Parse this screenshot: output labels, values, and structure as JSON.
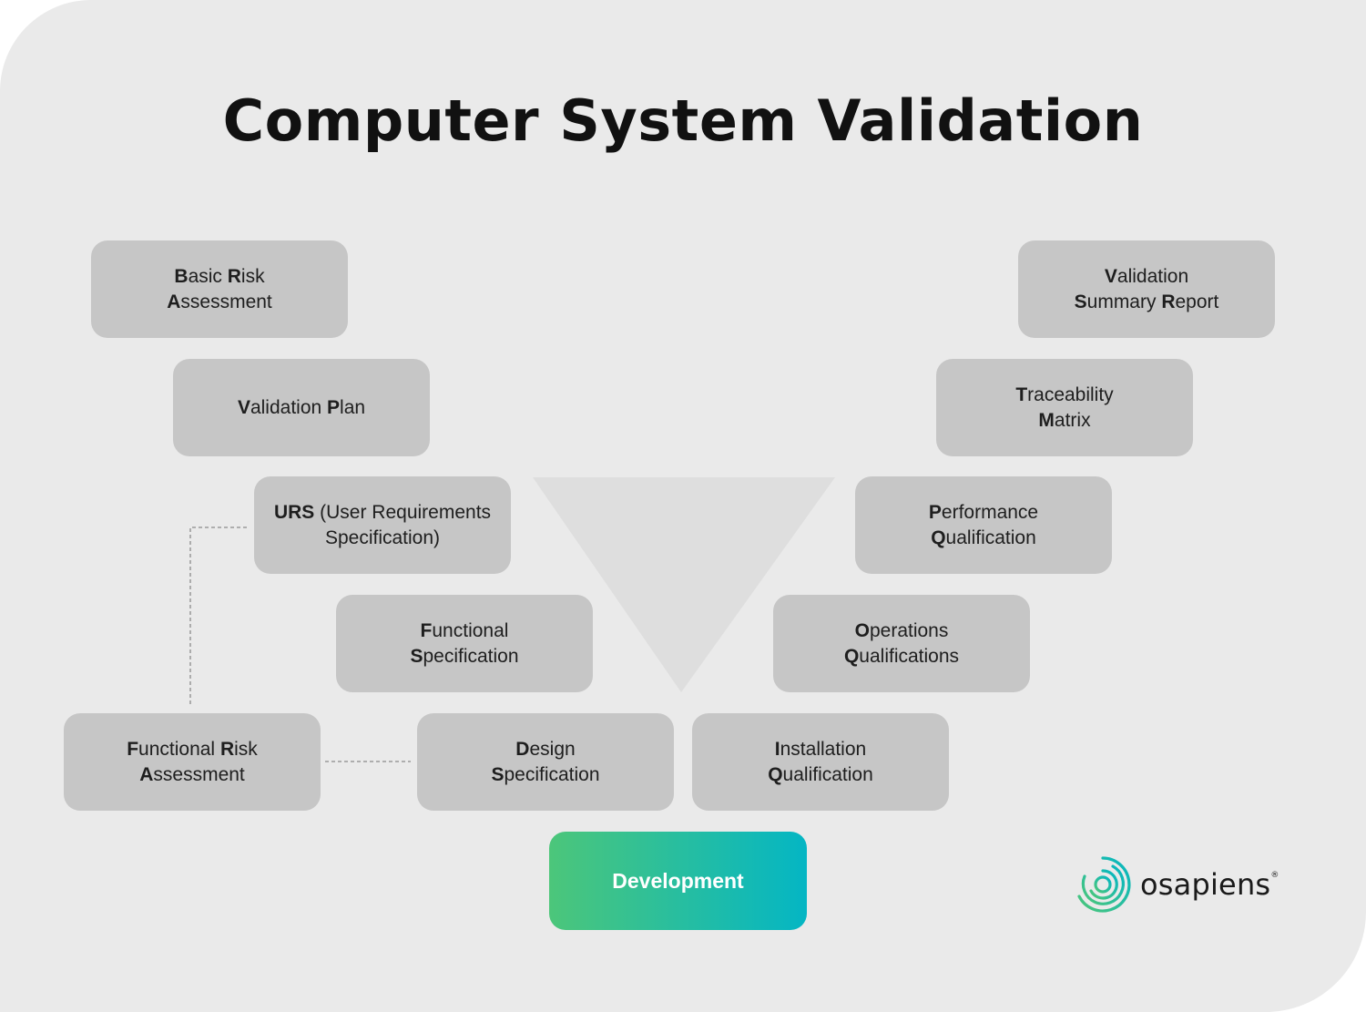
{
  "title": "Computer System Validation",
  "accent": {
    "gradient_start": "#4cc67a",
    "gradient_end": "#04b6c4"
  },
  "diagram": {
    "left_arm": [
      {
        "id": "basic-risk-assessment",
        "lines": [
          [
            {
              "b": "B"
            },
            {
              "t": "asic "
            },
            {
              "b": "R"
            },
            {
              "t": "isk"
            }
          ],
          [
            {
              "b": "A"
            },
            {
              "t": "ssessment"
            }
          ]
        ]
      },
      {
        "id": "validation-plan",
        "lines": [
          [
            {
              "b": "V"
            },
            {
              "t": "alidation "
            },
            {
              "b": "P"
            },
            {
              "t": "lan"
            }
          ]
        ]
      },
      {
        "id": "urs",
        "lines": [
          [
            {
              "b": "URS"
            },
            {
              "t": " (User Requirements"
            }
          ],
          [
            {
              "t": "Specification)"
            }
          ]
        ]
      },
      {
        "id": "functional-specification",
        "lines": [
          [
            {
              "b": "F"
            },
            {
              "t": "unctional"
            }
          ],
          [
            {
              "b": "S"
            },
            {
              "t": "pecification"
            }
          ]
        ]
      },
      {
        "id": "design-specification",
        "lines": [
          [
            {
              "b": "D"
            },
            {
              "t": "esign"
            }
          ],
          [
            {
              "b": "S"
            },
            {
              "t": "pecification"
            }
          ]
        ]
      }
    ],
    "right_arm": [
      {
        "id": "validation-summary-report",
        "lines": [
          [
            {
              "b": "V"
            },
            {
              "t": "alidation"
            }
          ],
          [
            {
              "b": "S"
            },
            {
              "t": "ummary "
            },
            {
              "b": "R"
            },
            {
              "t": "eport"
            }
          ]
        ]
      },
      {
        "id": "traceability-matrix",
        "lines": [
          [
            {
              "b": "T"
            },
            {
              "t": "raceability"
            }
          ],
          [
            {
              "b": "M"
            },
            {
              "t": "atrix"
            }
          ]
        ]
      },
      {
        "id": "performance-qualification",
        "lines": [
          [
            {
              "b": "P"
            },
            {
              "t": "erformance"
            }
          ],
          [
            {
              "b": "Q"
            },
            {
              "t": "ualification"
            }
          ]
        ]
      },
      {
        "id": "operations-qualifications",
        "lines": [
          [
            {
              "b": "O"
            },
            {
              "t": "perations"
            }
          ],
          [
            {
              "b": "Q"
            },
            {
              "t": "ualifications"
            }
          ]
        ]
      },
      {
        "id": "installation-qualification",
        "lines": [
          [
            {
              "b": "I"
            },
            {
              "t": "nstallation"
            }
          ],
          [
            {
              "b": "Q"
            },
            {
              "t": "ualification"
            }
          ]
        ]
      }
    ],
    "side_box": {
      "id": "functional-risk-assessment",
      "lines": [
        [
          {
            "b": "F"
          },
          {
            "t": "unctional "
          },
          {
            "b": "R"
          },
          {
            "t": "isk"
          }
        ],
        [
          {
            "b": "A"
          },
          {
            "t": "ssessment"
          }
        ]
      ]
    },
    "base": {
      "label": "Development"
    }
  },
  "logo": {
    "name": "osapiens",
    "mark": "®"
  }
}
